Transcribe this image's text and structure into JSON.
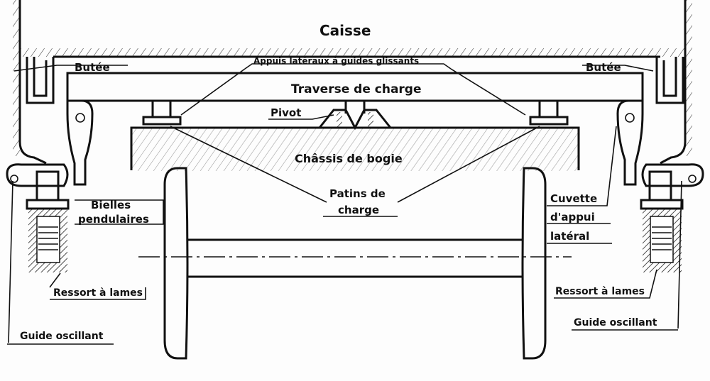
{
  "labels": {
    "caisse": "Caisse",
    "butee_left": "Butée",
    "butee_right": "Butée",
    "appuis": "Appuis latéraux à guides glissants",
    "traverse": "Traverse de charge",
    "pivot": "Pivot",
    "chassis": "Châssis de bogie",
    "patins_1": "Patins de",
    "patins_2": "charge",
    "bielles_1": "Bielles",
    "bielles_2": "pendulaires",
    "cuvette_1": "Cuvette",
    "cuvette_2": "d'appui",
    "cuvette_3": "latéral",
    "ressort_left": "Ressort à lames",
    "ressort_right": "Ressort à lames",
    "guide_left": "Guide oscillant",
    "guide_right": "Guide oscillant"
  }
}
